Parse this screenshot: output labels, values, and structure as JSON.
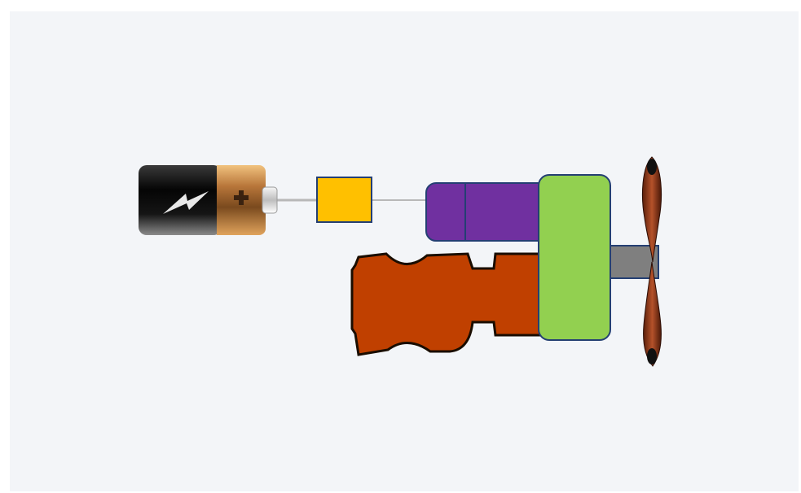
{
  "diagram": {
    "components": [
      {
        "name": "battery",
        "icon": "battery-icon"
      },
      {
        "name": "switch",
        "icon": "switch-icon"
      },
      {
        "name": "electric-motor",
        "icon": "motor-icon"
      },
      {
        "name": "gearbox",
        "icon": "gearbox-icon"
      },
      {
        "name": "engine-block",
        "icon": "engine-icon"
      },
      {
        "name": "shaft",
        "icon": "shaft-icon"
      },
      {
        "name": "propeller",
        "icon": "propeller-icon"
      }
    ]
  },
  "colors": {
    "page_background": "#ffffff",
    "canvas_background": "#f3f5f8",
    "wire": "#b8b8b8",
    "outline": "#243f73",
    "switch_fill": "#ffc000",
    "motor_fill": "#7030a0",
    "gearbox_fill": "#92d050",
    "engine_fill": "#c04000",
    "shaft_fill": "#7f7f7f",
    "propeller_fill": "#a0411c",
    "battery_black": "#111111",
    "battery_copper": "#b8763a"
  }
}
